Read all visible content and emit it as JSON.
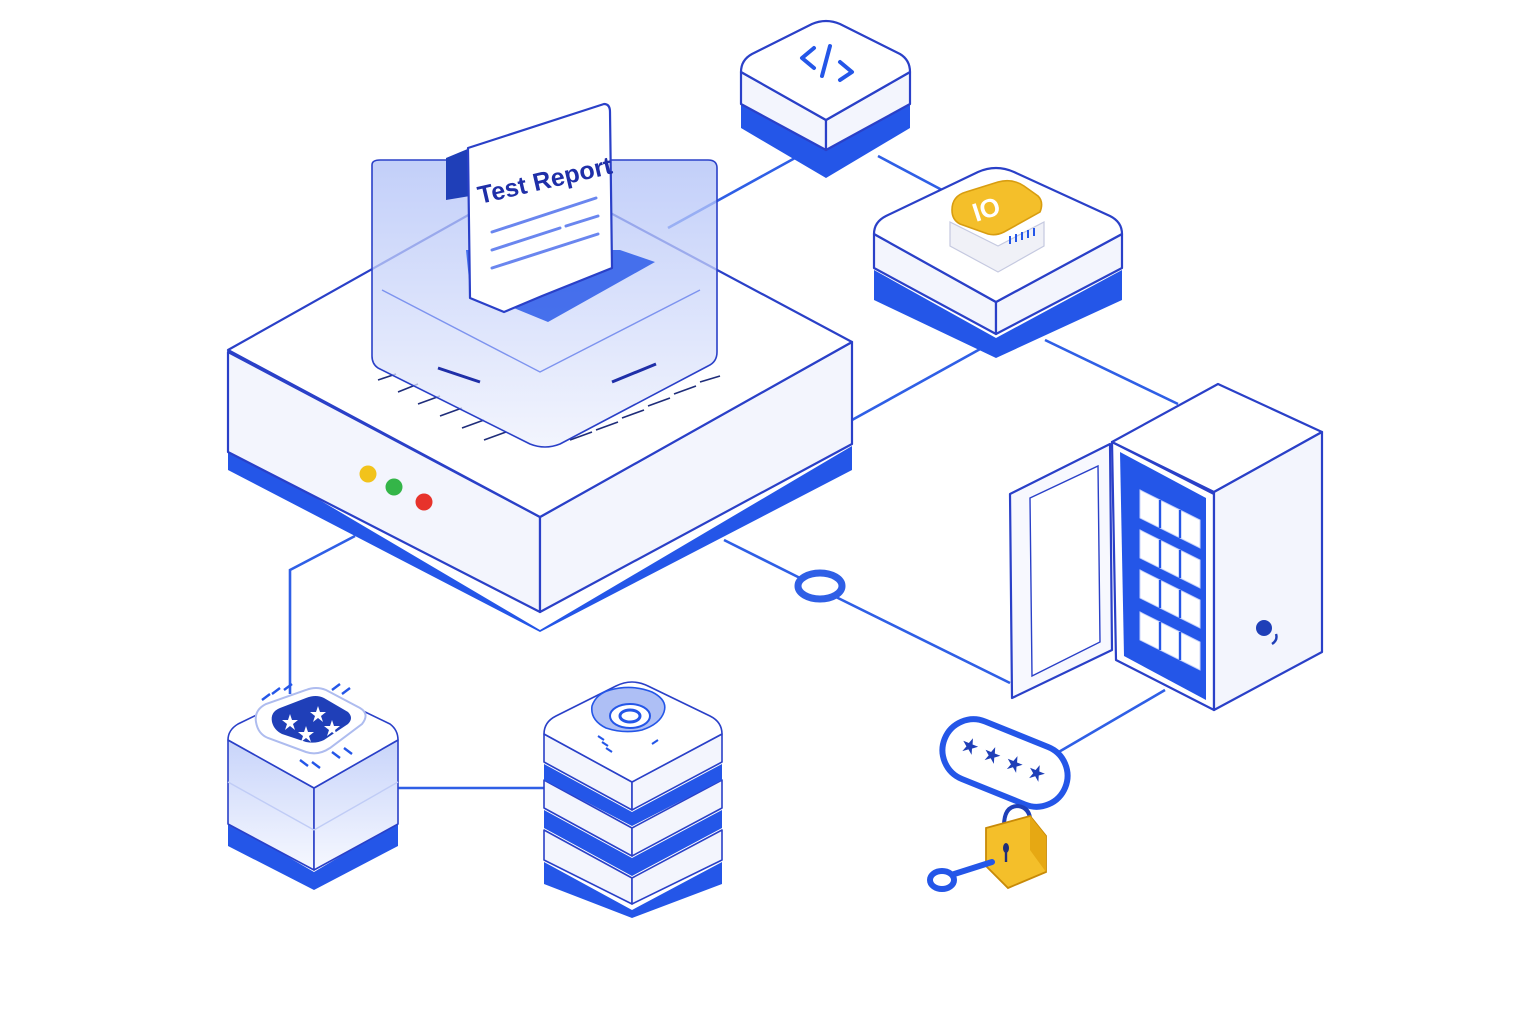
{
  "report": {
    "title": "Test Report"
  },
  "status_lights": {
    "colors": [
      "#f2c31b",
      "#34b548",
      "#e7332b"
    ]
  },
  "palette": {
    "primary": "#2456e8",
    "outline": "#2a40c8",
    "accent": "#f4bf2a",
    "surface": "#f3f5fd"
  },
  "nodes": [
    {
      "id": "test-runner",
      "icon": "test-report-icon"
    },
    {
      "id": "code-module",
      "icon": "code-brackets-icon"
    },
    {
      "id": "io-module",
      "icon": "io-chip-icon"
    },
    {
      "id": "server-cabinet",
      "icon": "server-rack-icon"
    },
    {
      "id": "chip-module",
      "icon": "cpu-chip-icon"
    },
    {
      "id": "storage-stack",
      "icon": "sensor-icon"
    },
    {
      "id": "credentials",
      "icon": "padlock-key-icon"
    }
  ]
}
